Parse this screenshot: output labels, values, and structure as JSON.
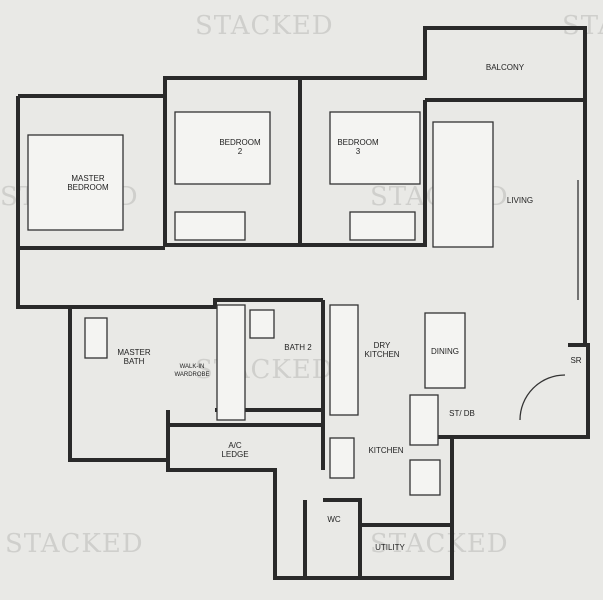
{
  "watermark": "STACKED",
  "rooms": {
    "balcony": "BALCONY",
    "master_bedroom": [
      "MASTER",
      "BEDROOM"
    ],
    "bedroom_2": [
      "BEDROOM",
      "2"
    ],
    "bedroom_3": [
      "BEDROOM",
      "3"
    ],
    "living": "LIVING",
    "master_bath": [
      "MASTER",
      "BATH"
    ],
    "walk_in_wardrobe": [
      "WALK-IN",
      "WARDROBE"
    ],
    "bath_2": "BATH 2",
    "dry_kitchen": [
      "DRY",
      "KITCHEN"
    ],
    "dining": "DINING",
    "sr": "SR",
    "st_db": "ST/ DB",
    "ac_ledge": [
      "A/C",
      "LEDGE"
    ],
    "kitchen": "KITCHEN",
    "wc": "WC",
    "utility": "UTILITY"
  }
}
